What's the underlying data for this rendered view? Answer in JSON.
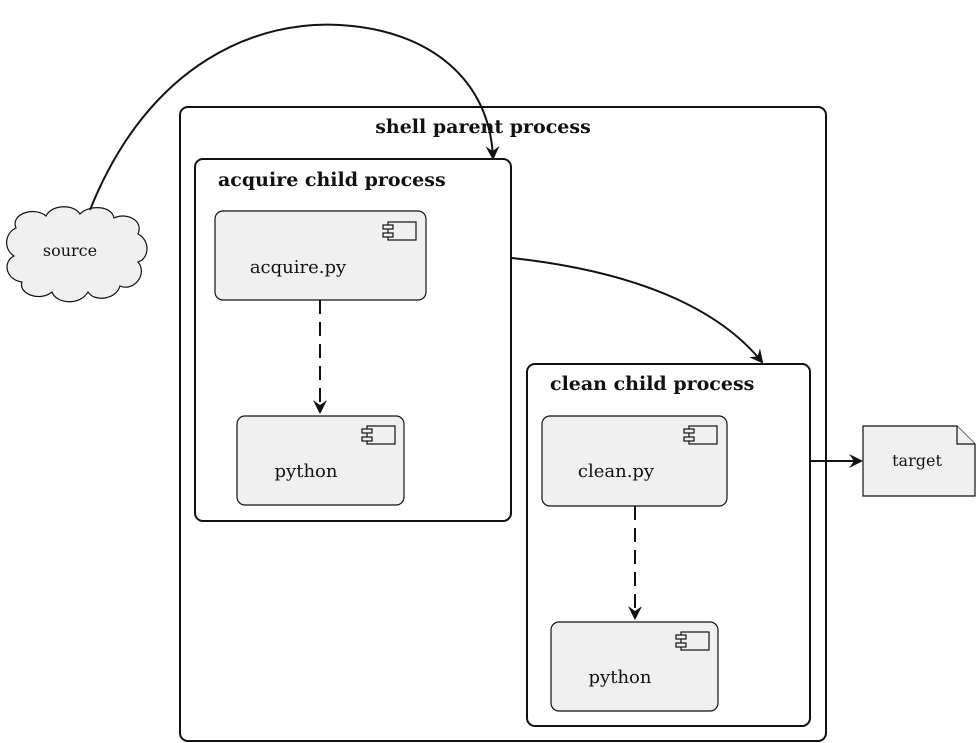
{
  "parent": {
    "title": "shell parent process"
  },
  "acquire": {
    "title": "acquire child process",
    "script": "acquire.py",
    "runtime": "python"
  },
  "clean": {
    "title": "clean child process",
    "script": "clean.py",
    "runtime": "python"
  },
  "source": {
    "label": "source"
  },
  "target": {
    "label": "target"
  }
}
